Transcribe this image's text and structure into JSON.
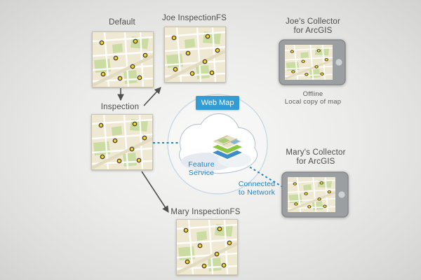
{
  "maps": {
    "default": {
      "label": "Default"
    },
    "joe": {
      "label": "Joe InspectionFS"
    },
    "inspection": {
      "label": "Inspection"
    },
    "mary": {
      "label": "Mary InspectionFS"
    }
  },
  "cloud": {
    "badge": "Web Map",
    "service": {
      "line1": "Feature",
      "line2": "Service"
    }
  },
  "connection": {
    "line1": "Connected",
    "line2": "to Network"
  },
  "devices": {
    "joe": {
      "title_line1": "Joe's Collector",
      "title_line2": "for ArcGIS",
      "status_line1": "Offline",
      "status_line2": "Local copy of map"
    },
    "mary": {
      "title_line1": "Mary's Collector",
      "title_line2": "for ArcGIS"
    }
  },
  "colors": {
    "accent_blue": "#1b86c8",
    "badge_blue": "#339cd5",
    "label_gray": "#4c4c4a",
    "map_cream": "#efe9d3",
    "map_green": "#cbdca3",
    "dot_yellow": "#f6d31c",
    "tablet_gray": "#9b9fa2"
  }
}
